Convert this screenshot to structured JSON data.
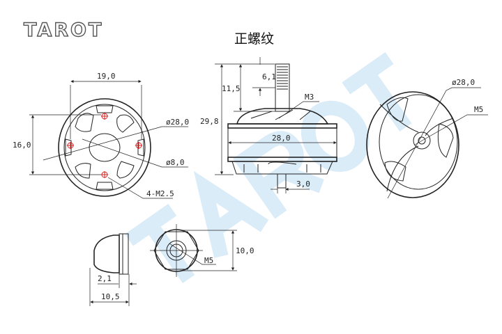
{
  "logo": {
    "text": "TAROT"
  },
  "watermark": {
    "text": "TAROT",
    "color": "#cfe6f7"
  },
  "title": "正螺纹",
  "bottom_view": {
    "width_dim": "19,0",
    "height_dim": "16,0",
    "diameter_dim": "ø28,0",
    "center_dim": "ø8,0",
    "holes_label": "4-M2.5"
  },
  "side_view": {
    "total_height": "29,8",
    "shaft_height": "11,5",
    "thread_length": "6,1",
    "screw_label": "M3",
    "body_width": "28,0",
    "bottom_shaft": "3,0"
  },
  "top_view": {
    "diameter_dim": "ø28,0",
    "thread_label": "M5"
  },
  "nut_side": {
    "flange_dim": "2,1",
    "length_dim": "10,5"
  },
  "nut_front": {
    "thread_label": "M5",
    "height_dim": "10,0"
  }
}
